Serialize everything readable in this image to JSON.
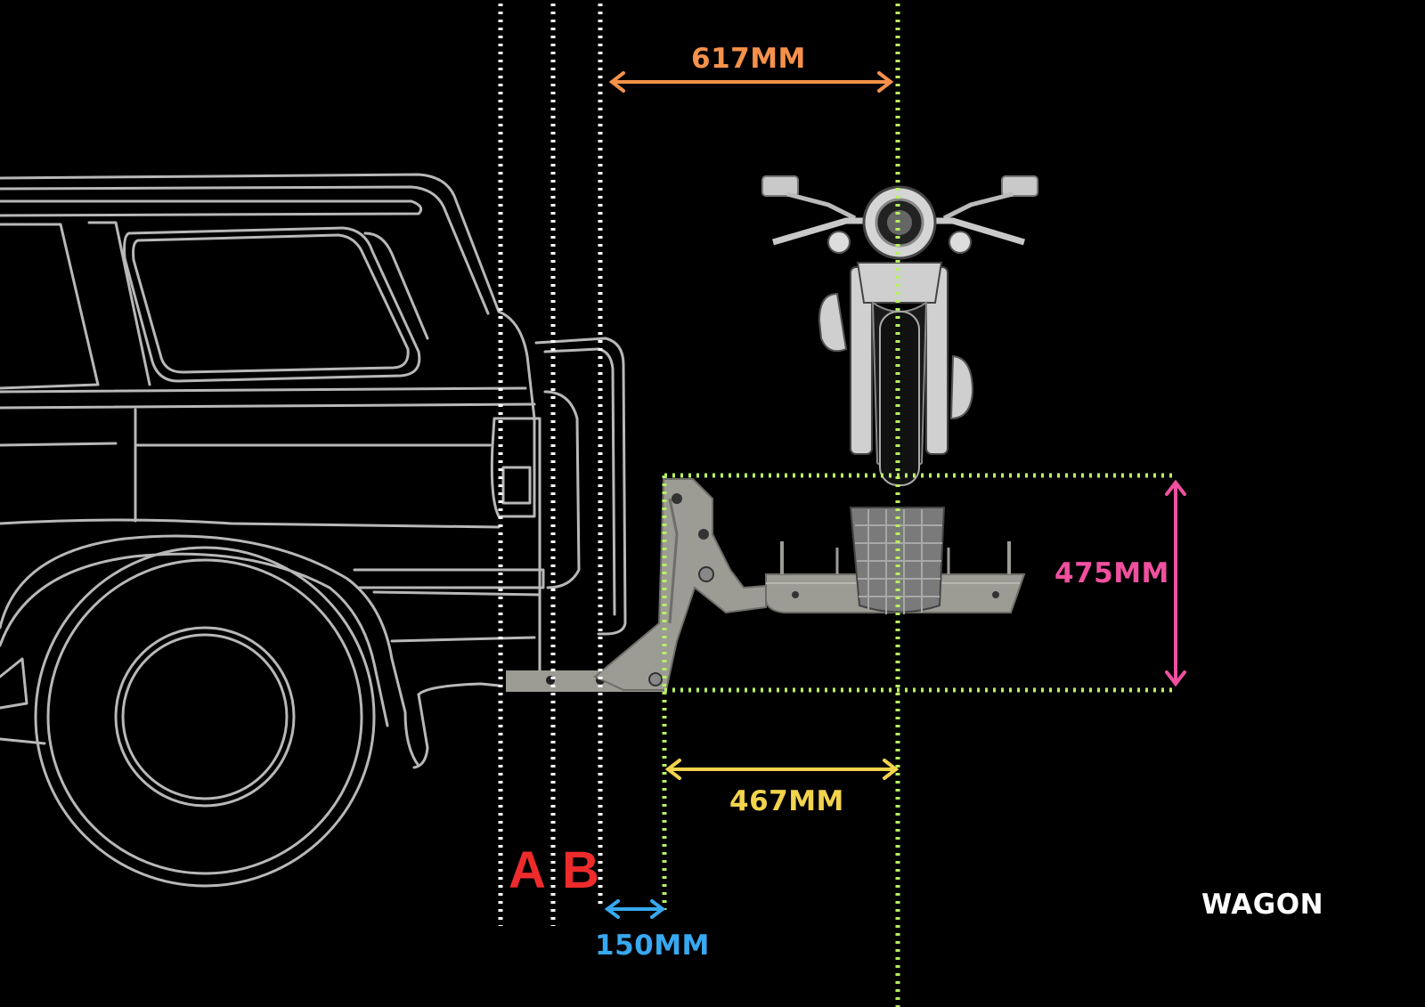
{
  "colors": {
    "background": "#000000",
    "vehicle_outline": "#b8b8b8",
    "carrier": "#9c9b94",
    "reference_line": "#ffffff",
    "centerline": "#b8f060",
    "dim_617": "#f5914a",
    "dim_467": "#f2d34c",
    "dim_475": "#f0509f",
    "dim_150": "#38a8f0",
    "markers": "#ee2b2b",
    "wagon_label": "#ffffff"
  },
  "labels": {
    "dim_617": "617MM",
    "dim_467": "467MM",
    "dim_475": "475MM",
    "dim_150": "150MM",
    "marker_a": "A",
    "marker_b": "B",
    "vehicle_type": "WAGON"
  },
  "icons": {
    "vehicle": "wagon-rear-outline-icon",
    "motorcycle": "motorcycle-front-view-icon",
    "carrier": "hitch-carrier-icon"
  }
}
